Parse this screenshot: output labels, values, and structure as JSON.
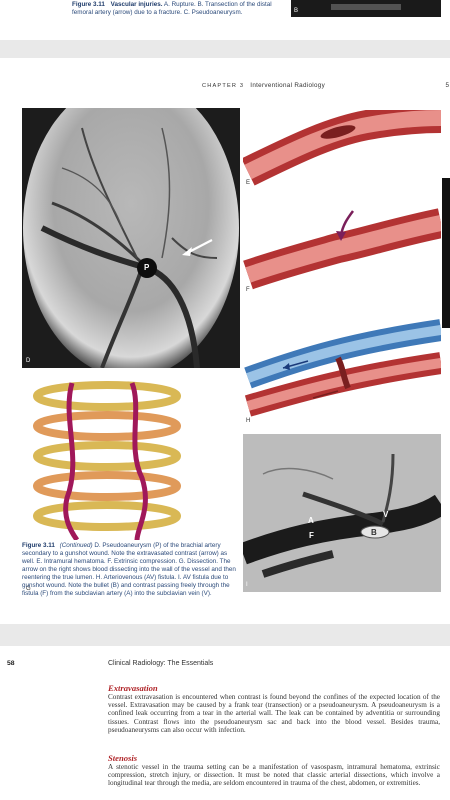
{
  "page_top": {
    "caption_fig": "Figure 3.11",
    "caption_title": "Vascular injuries.",
    "caption_text": "A. Rupture. B. Transection of the distal femoral artery (arrow) due to a fracture. C. Pseudoaneurysm.",
    "panel_b_label": "B"
  },
  "page_mid": {
    "chapter_label": "CHAPTER 3",
    "chapter_title": "Interventional Radiology",
    "edge_number": "5",
    "panels": {
      "d": "D",
      "e": "E",
      "f": "F",
      "g": "G",
      "h": "H",
      "i": "I",
      "p_marker": "P",
      "i_a": "A",
      "i_v": "V",
      "i_f": "F",
      "i_b": "B"
    },
    "caption_fig": "Figure 3.11",
    "caption_cont": "(Continued)",
    "caption_text": "D. Pseudoaneurysm (P) of the brachial artery secondary to a gunshot wound. Note the extravasated contrast (arrow) as well. E. Intramural hematoma. F. Extrinsic compression. G. Dissection. The arrow on the right shows blood dissecting into the wall of the vessel and then reentering the true lumen. H. Arteriovenous (AV) fistula. I. AV fistula due to gunshot wound. Note the bullet (B) and contrast passing freely through the fistula (F) from the subclavian artery (A) into the subclavian vein (V)."
  },
  "page_bottom": {
    "page_number": "58",
    "book_title": "Clinical Radiology: The Essentials",
    "sections": [
      {
        "heading": "Extravasation",
        "text": "Contrast extravasation is encountered when contrast is found beyond the confines of the expected location of the vessel. Extravasation may be caused by a frank tear (transection) or a pseudoaneurysm. A pseudoaneurysm is a confined leak occurring from a tear in the arterial wall. The leak can be contained by adventitia or surrounding tissues. Contrast flows into the pseudoaneurysm sac and back into the blood vessel. Besides trauma, pseudoaneurysms can also occur with infection."
      },
      {
        "heading": "Stenosis",
        "text": "A stenotic vessel in the trauma setting can be a manifestation of vasospasm, intramural hematoma, extrinsic compression, stretch injury, or dissection. It must be noted that classic arterial dissections, which involve a longitudinal tear through the media, are seldom encountered in trauma of the chest, abdomen, or extremities."
      }
    ]
  }
}
